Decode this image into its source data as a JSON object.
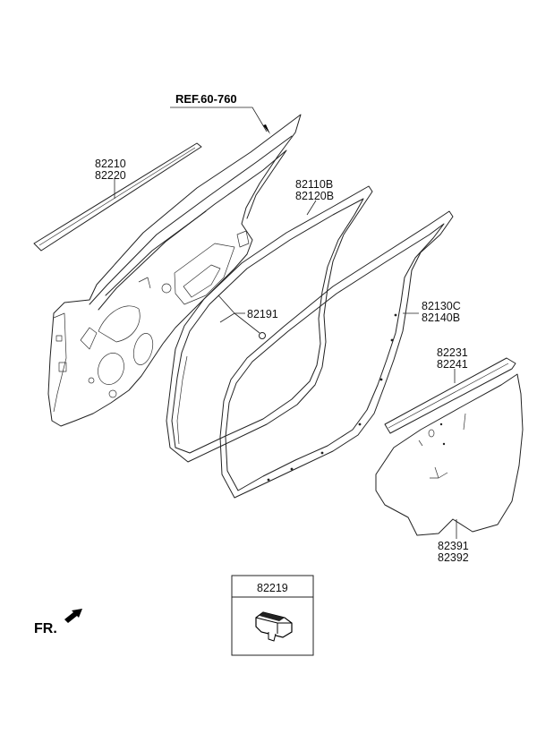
{
  "labels": {
    "ref": "REF.60-760",
    "glass_run": [
      "82210",
      "82220"
    ],
    "weatherstrip_door": [
      "82110B",
      "82120B"
    ],
    "clip": "82191",
    "weatherstrip_body": [
      "82130C",
      "82140B"
    ],
    "belt_molding": [
      "82231",
      "82241"
    ],
    "seal_cover": [
      "82391",
      "82392"
    ],
    "inset_part": "82219",
    "front": "FR."
  }
}
